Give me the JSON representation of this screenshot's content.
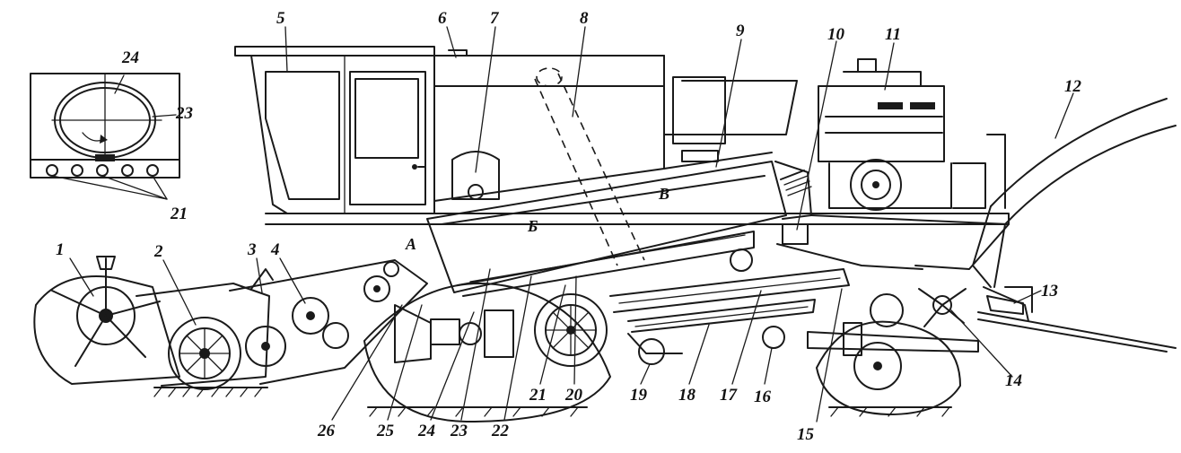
{
  "diagram": {
    "part_labels": [
      "1",
      "2",
      "3",
      "4",
      "5",
      "6",
      "7",
      "8",
      "9",
      "10",
      "11",
      "12",
      "13",
      "14",
      "15",
      "16",
      "17",
      "18",
      "19",
      "20",
      "21",
      "22",
      "23",
      "24",
      "25",
      "26"
    ],
    "inset_labels": [
      "24",
      "23",
      "21"
    ],
    "zone_labels": [
      "А",
      "Б",
      "В"
    ]
  }
}
